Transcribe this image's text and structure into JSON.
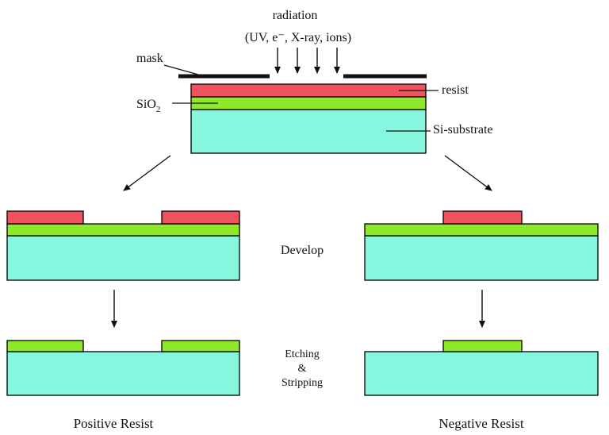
{
  "radiation": {
    "title": "radiation",
    "sources": "(UV, e⁻, X-ray, ions)"
  },
  "labels": {
    "mask": "mask",
    "resist": "resist",
    "sio2_main": "SiO",
    "sio2_sub": "2",
    "substrate": "Si-substrate"
  },
  "steps": {
    "develop": "Develop",
    "etching": "Etching",
    "amp": "&",
    "stripping": "Stripping"
  },
  "captions": {
    "positive": "Positive Resist",
    "negative": "Negative Resist"
  },
  "colors": {
    "resist": "#f0535e",
    "oxide": "#8fe82a",
    "substrate": "#86f7de"
  }
}
